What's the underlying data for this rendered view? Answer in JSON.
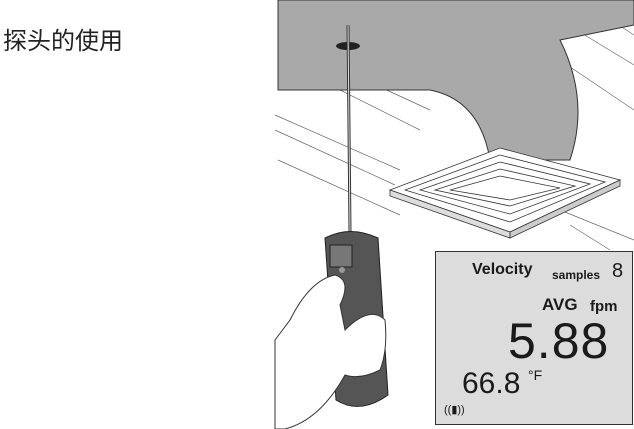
{
  "title": "探头的使用",
  "display": {
    "mode": "Velocity",
    "samples_label": "samples",
    "samples_value": "8",
    "avg_label": "AVG",
    "unit": "fpm",
    "reading": "5.88",
    "temperature": "66.8",
    "temp_unit": "°F",
    "signal_icon": "((▮))"
  },
  "colors": {
    "duct": "#a9a9a9",
    "lcd": "#dcdcdc",
    "meter": "#555555"
  }
}
